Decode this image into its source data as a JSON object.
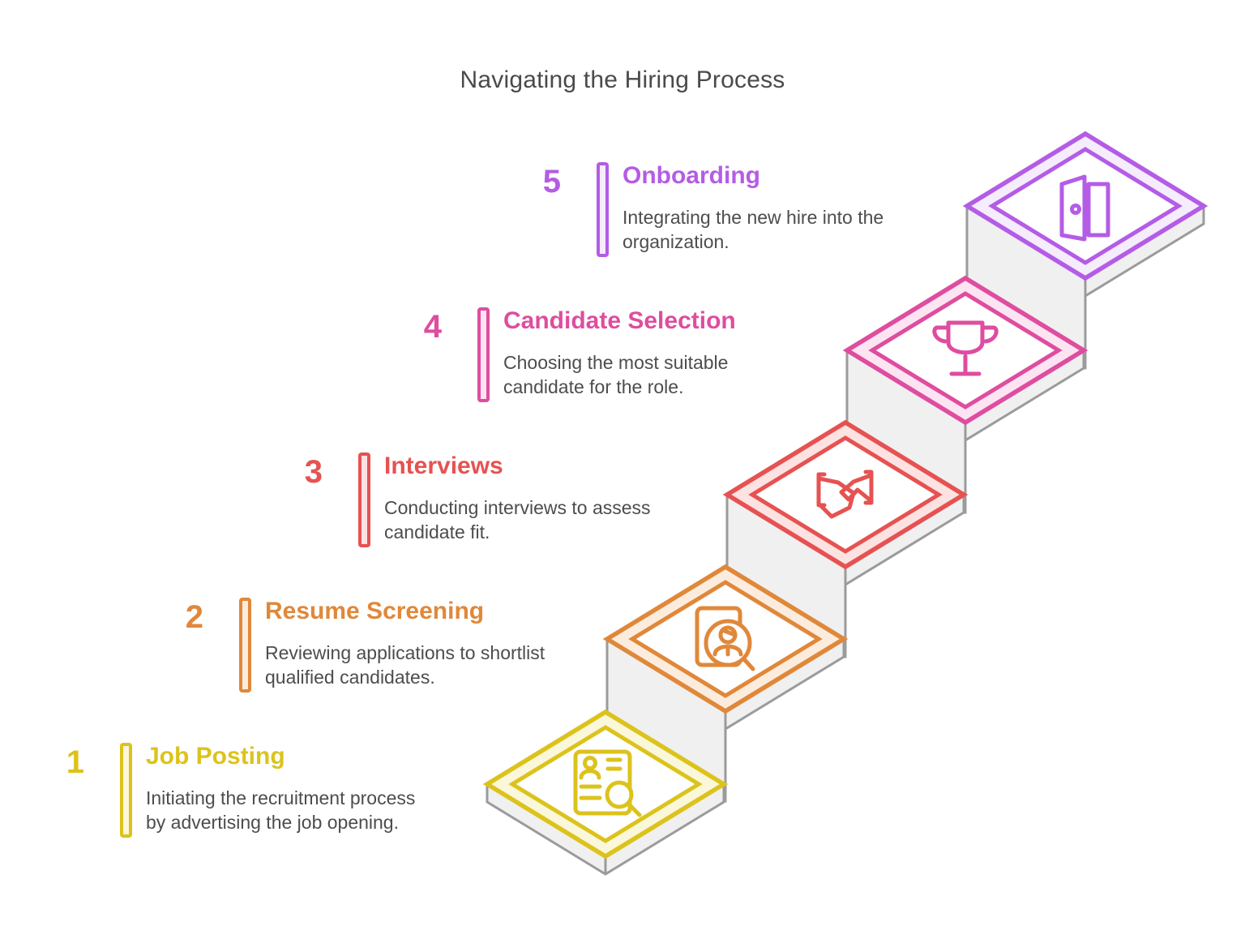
{
  "title": "Navigating the Hiring Process",
  "steps": [
    {
      "number": "1",
      "title": "Job Posting",
      "description": "Initiating the recruitment process\nby advertising the job opening.",
      "color": "#dcc31c",
      "pale": "#fbf7da",
      "icon": "resume-search-icon"
    },
    {
      "number": "2",
      "title": "Resume Screening",
      "description": "Reviewing applications to shortlist\nqualified candidates.",
      "color": "#e0883a",
      "pale": "#fcecdd",
      "icon": "candidate-search-icon"
    },
    {
      "number": "3",
      "title": "Interviews",
      "description": "Conducting interviews to assess\ncandidate fit.",
      "color": "#e65252",
      "pale": "#fce2e1",
      "icon": "handshake-icon"
    },
    {
      "number": "4",
      "title": "Candidate Selection",
      "description": "Choosing the most suitable\ncandidate for the role.",
      "color": "#de4d9f",
      "pale": "#fce4f2",
      "icon": "trophy-icon"
    },
    {
      "number": "5",
      "title": "Onboarding",
      "description": "Integrating the new hire into the\norganization.",
      "color": "#b45ce6",
      "pale": "#f5ecfc",
      "icon": "door-icon"
    }
  ],
  "staircase": {
    "outline_color": "#9b9b9b",
    "face_color": "#f0f0f1"
  }
}
